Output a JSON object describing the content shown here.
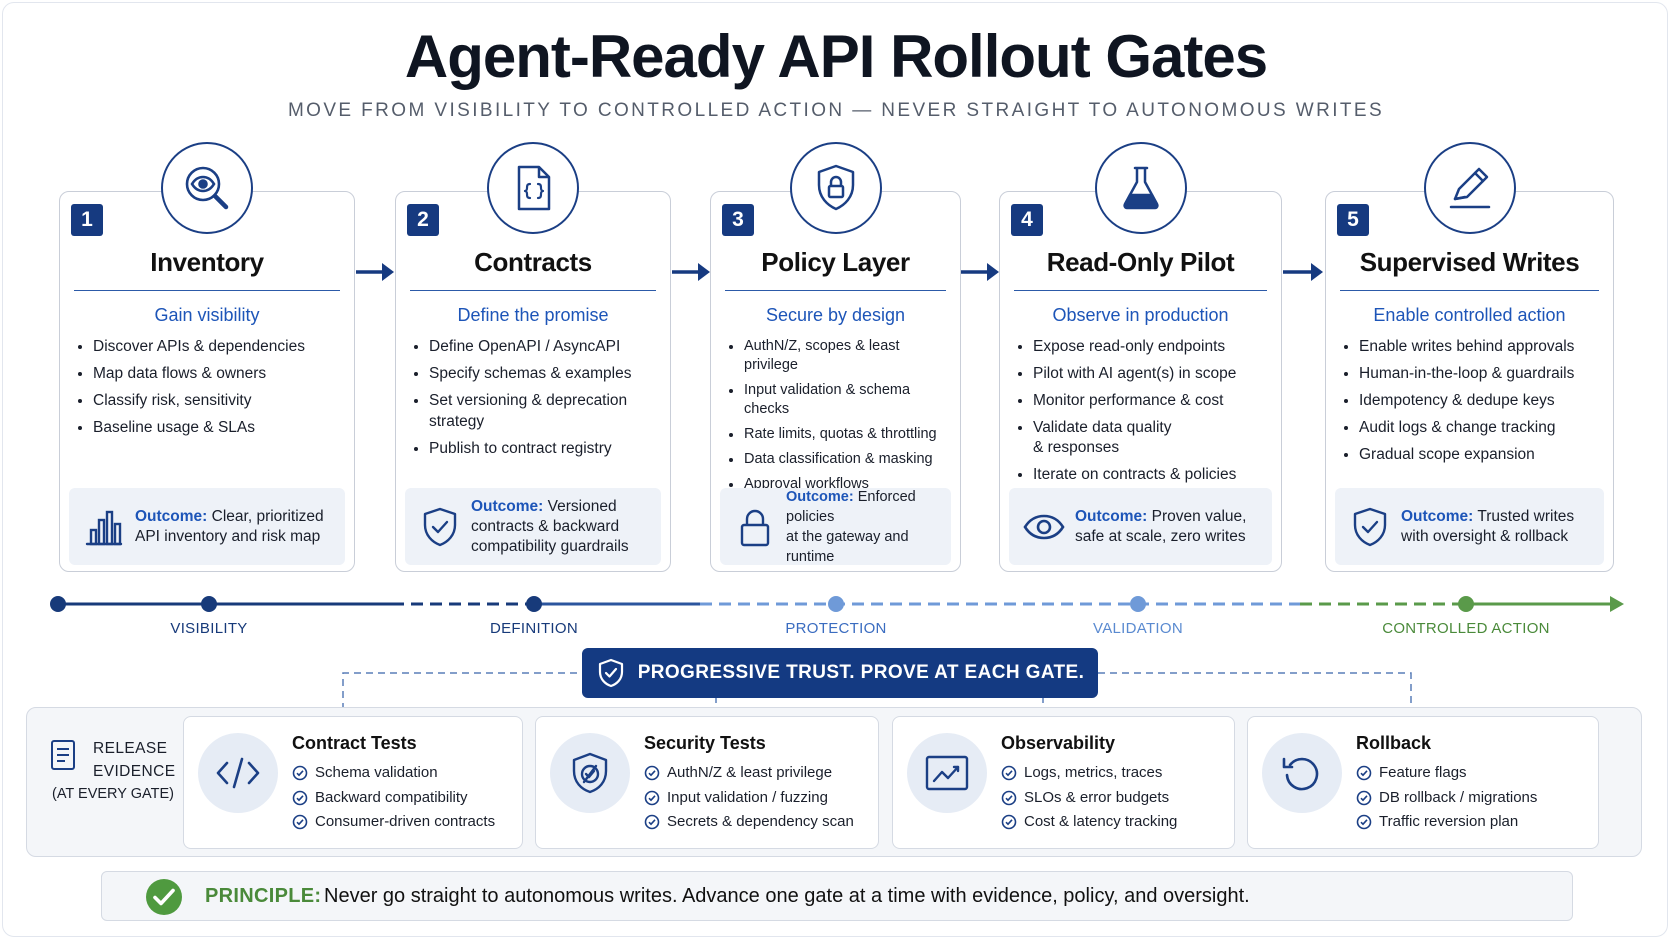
{
  "title": "Agent-Ready API Rollout Gates",
  "subtitle": "MOVE FROM VISIBILITY TO CONTROLLED ACTION — NEVER STRAIGHT TO AUTONOMOUS WRITES",
  "stages": [
    {
      "num": "1",
      "title": "Inventory",
      "tagline": "Gain visibility",
      "icon": "eye-search-icon",
      "bullets": [
        "Discover APIs & dependencies",
        "Map data flows & owners",
        "Classify risk, sensitivity",
        "Baseline usage & SLAs"
      ],
      "outcome_label": "Outcome:",
      "outcome_lines": [
        "Clear, prioritized",
        "API inventory and risk map"
      ],
      "outcome_icon": "bar-chart-icon"
    },
    {
      "num": "2",
      "title": "Contracts",
      "tagline": "Define the promise",
      "icon": "contract-document-icon",
      "bullets": [
        "Define OpenAPI / AsyncAPI",
        "Specify schemas & examples",
        "Set versioning & deprecation",
        "strategy",
        "Publish to contract registry"
      ],
      "outcome_label": "Outcome:",
      "outcome_lines": [
        "Versioned",
        "contracts & backward",
        "compatibility guardrails"
      ],
      "outcome_icon": "shield-check-icon"
    },
    {
      "num": "3",
      "title": "Policy Layer",
      "tagline": "Secure by design",
      "icon": "shield-lock-icon",
      "bullets": [
        "AuthN/Z, scopes & least privilege",
        "Input validation & schema checks",
        "Rate limits, quotas & throttling",
        "Data classification & masking",
        "Approval workflows"
      ],
      "outcome_label": "Outcome:",
      "outcome_lines": [
        "Enforced policies",
        "at the gateway and runtime"
      ],
      "outcome_icon": "padlock-icon"
    },
    {
      "num": "4",
      "title": "Read-Only Pilot",
      "tagline": "Observe in production",
      "icon": "flask-icon",
      "bullets": [
        "Expose read-only endpoints",
        "Pilot with AI agent(s) in scope",
        "Monitor performance & cost",
        "Validate data quality",
        "& responses",
        "Iterate on contracts & policies"
      ],
      "outcome_label": "Outcome:",
      "outcome_lines": [
        "Proven value,",
        "safe at scale, zero writes"
      ],
      "outcome_icon": "eye-icon"
    },
    {
      "num": "5",
      "title": "Supervised Writes",
      "tagline": "Enable controlled action",
      "icon": "pencil-icon",
      "bullets": [
        "Enable writes behind approvals",
        "Human-in-the-loop & guardrails",
        "Idempotency & dedupe keys",
        "Audit logs & change tracking",
        "Gradual scope expansion"
      ],
      "outcome_label": "Outcome:",
      "outcome_lines": [
        "Trusted writes",
        "with oversight & rollback"
      ],
      "outcome_icon": "shield-check-icon"
    }
  ],
  "timeline": {
    "labels": [
      "VISIBILITY",
      "DEFINITION",
      "PROTECTION",
      "VALIDATION",
      "CONTROLLED ACTION"
    ],
    "colors": {
      "dark": "#173a7a",
      "mid": "#3a6cc0",
      "light": "#6f9ad8",
      "green": "#5a9a4a"
    }
  },
  "banner": "PROGRESSIVE TRUST. PROVE AT EACH GATE.",
  "evidence": {
    "side_lines": [
      "RELEASE",
      "EVIDENCE",
      "(AT EVERY GATE)"
    ],
    "cards": [
      {
        "title": "Contract Tests",
        "icon": "code-icon",
        "items": [
          "Schema validation",
          "Backward compatibility",
          "Consumer-driven contracts"
        ]
      },
      {
        "title": "Security Tests",
        "icon": "shield-check-icon",
        "items": [
          "AuthN/Z & least privilege",
          "Input validation / fuzzing",
          "Secrets & dependency scan"
        ]
      },
      {
        "title": "Observability",
        "icon": "line-chart-icon",
        "items": [
          "Logs, metrics, traces",
          "SLOs & error budgets",
          "Cost & latency tracking"
        ]
      },
      {
        "title": "Rollback",
        "icon": "undo-icon",
        "items": [
          "Feature flags",
          "DB rollback / migrations",
          "Traffic reversion plan"
        ]
      }
    ]
  },
  "principle": {
    "label": "PRINCIPLE:",
    "text": "Never go straight to autonomous writes. Advance one gate at a time with evidence, policy, and oversight."
  }
}
